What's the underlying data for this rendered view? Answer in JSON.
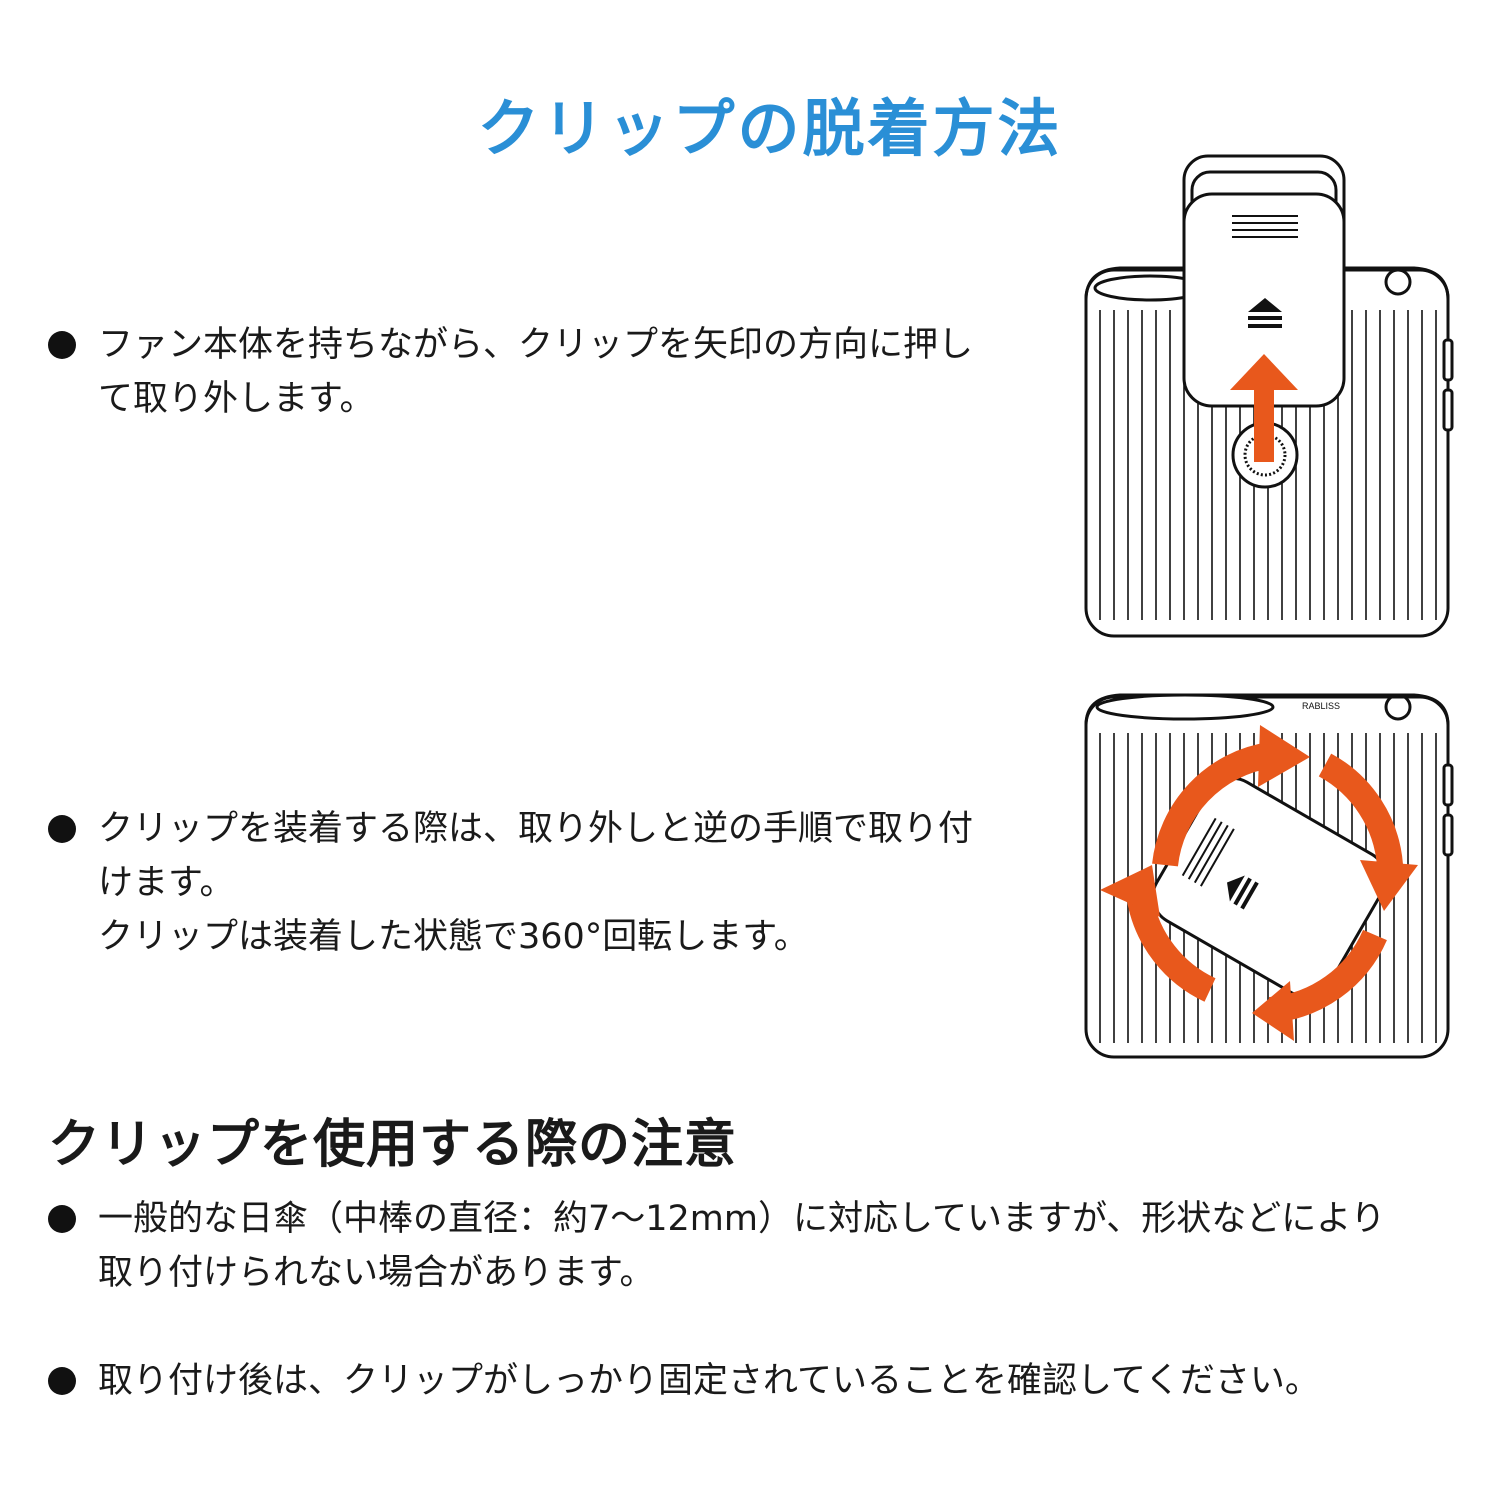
{
  "title": "クリップの脱着方法",
  "sections": {
    "remove": {
      "lines": [
        "ファン本体を持ちながら、クリップを矢印の方向に押し",
        "て取り外します。"
      ]
    },
    "attach": {
      "lines": [
        "クリップを装着する際は、取り外しと逆の手順で取り付",
        "けます。",
        "クリップは装着した状態で360°回転します。"
      ]
    }
  },
  "notes": {
    "heading": "クリップを使用する際の注意",
    "items": [
      {
        "lines": [
          "一般的な日傘（中棒の直径：約7〜12mm）に対応していますが、形状などにより",
          "取り付けられない場合があります。"
        ]
      },
      {
        "lines": [
          "取り付け後は、クリップがしっかり固定されていることを確認してください。"
        ]
      }
    ]
  },
  "illustration": {
    "brand_mark": "RABLISS",
    "arrow_color": "#e8581c",
    "icons": [
      "eject-arrow-icon",
      "up-arrow-icon",
      "rotate-arrows-icon"
    ]
  }
}
